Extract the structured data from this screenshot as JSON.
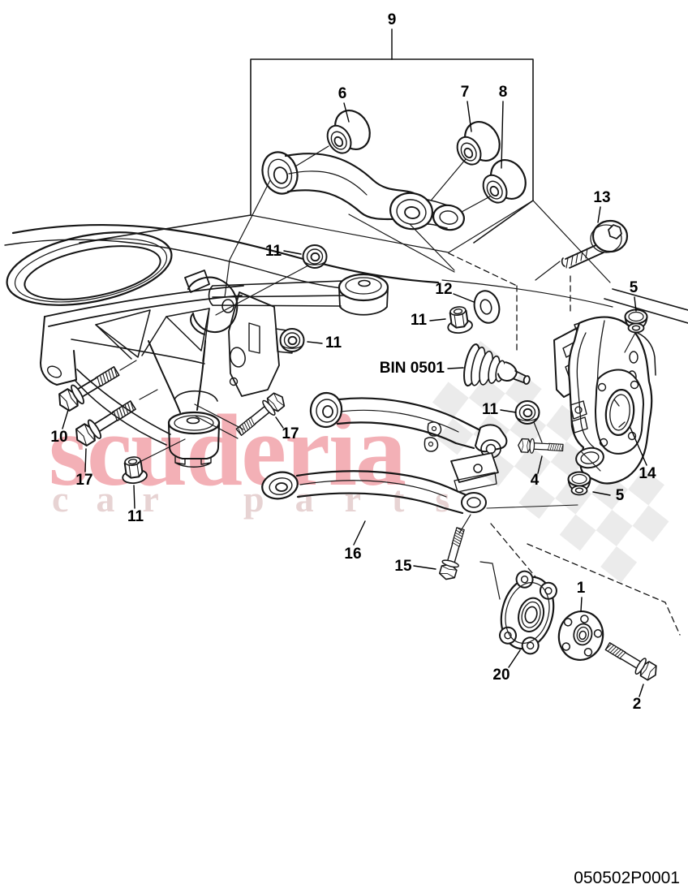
{
  "footer": {
    "drawing_code": "050502P0001"
  },
  "watermark": {
    "brand": "scuderia",
    "tagline_word1": "car",
    "tagline_word2": "parts"
  },
  "colors": {
    "background": "#ffffff",
    "line": "#161616",
    "label": "#000000",
    "watermark_brand": "#f3b0b6",
    "watermark_tagline": "#e7d3d3",
    "checker": "#dedede"
  },
  "callouts": [
    {
      "text": "9"
    },
    {
      "text": "6"
    },
    {
      "text": "7"
    },
    {
      "text": "8"
    },
    {
      "text": "13"
    },
    {
      "text": "11"
    },
    {
      "text": "12"
    },
    {
      "text": "11"
    },
    {
      "text": "5"
    },
    {
      "text": "11"
    },
    {
      "text": "BIN 0501"
    },
    {
      "text": "11"
    },
    {
      "text": "10"
    },
    {
      "text": "17"
    },
    {
      "text": "4"
    },
    {
      "text": "14"
    },
    {
      "text": "5"
    },
    {
      "text": "17"
    },
    {
      "text": "11"
    },
    {
      "text": "16"
    },
    {
      "text": "15"
    },
    {
      "text": "1"
    },
    {
      "text": "20"
    },
    {
      "text": "2"
    }
  ]
}
